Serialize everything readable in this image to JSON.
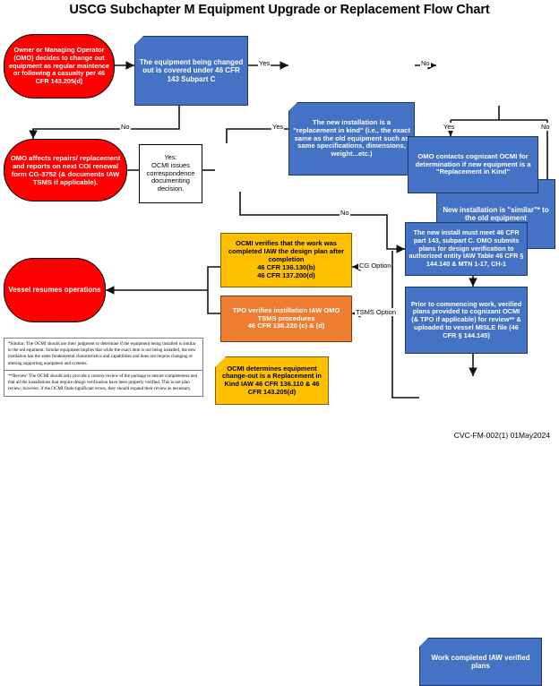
{
  "title": "USCG Subchapter M Equipment Upgrade or Replacement Flow Chart",
  "footer_code": "CVC-FM-002(1) 01May2024",
  "colors": {
    "blue": "#4472C4",
    "blue_border": "#1F3864",
    "gold": "#FFC000",
    "gold_border": "#7F6000",
    "orange": "#ED7D31",
    "orange_border": "#843C0C",
    "red": "#FF0000",
    "black": "#000000",
    "white": "#FFFFFF"
  },
  "nodes": {
    "start": "Owner or Managing Operator (OMO) decides to change out equipment as regular maintence or following a casualty per 46 CFR 143.205(d)",
    "covered": "The equipment being changed out is covered under 46 CFR 143 Subpart C",
    "replacement_in_kind": "The new installation is a \"replacement in kind\" (i.e., the exact same as the old equipment such as same specifications, dimensions, weight...etc.)",
    "similar": "New installation is \"similar\"* to the old equipment",
    "omo_repairs": "OMO affects repairs/ replacement and reports on next COI renewal form CG-3752 (& documents IAW TSMS if applicable).",
    "ocmi_correspondence": "Yes:\nOCMI issues correspondence documenting decision.",
    "ocmi_determines": "OCMI determines equipment change-out is a Replacement in Kind IAW 46 CFR 136.110 & 46 CFR 143.205(d)",
    "omo_contacts": "OMO contacts cognizant OCMI for determination if new equipment is a \"Replacement in Kind\"",
    "new_install_must_meet": "The new install must meet 46 CFR part 143, subpart C. OMO submits plans for design verification to authorized entity IAW Table 46 CFR § 144.140 & MTN 1-17, CH-1",
    "prior_to_commencing": "Prior to commencing work, verified plans provided to cognizant OCMI (& TPO if applicable) for review** & uploaded to vessel MISLE file (46 CFR § 144.145)",
    "ocmi_verifies": "OCMI verifies that the work was completed IAW the design plan after completion\n46 CFR 136.130(b)\n46 CFR 137.200(d)",
    "tpo_verifies": "TPO verifies instillation IAW OMO TSMS procedures\n46 CFR 138.220 (c) & (d)",
    "vessel_resumes": "Vessel resumes operations",
    "work_completed": "Work completed IAW verified plans"
  },
  "edge_labels": {
    "covered_yes": "Yes",
    "covered_no": "No",
    "rik_no": "No",
    "rik_yes": "Yes",
    "similar_yes": "Yes",
    "similar_no": "No",
    "determines_no": "No",
    "cg_option": "CG Option",
    "tsms_option": "TSMS Option"
  },
  "footnotes": [
    "*Similar: The OCMI should use their judgment to determine if the equipment being installed is similar to the old equiment. Similar equipment implies that while the exact item is not being installed, the new instllation has the same fundemental characteristics and capabilities and does not require changing or altering supporting equipment and systems.",
    "**Review: The OCMI should only provide a cursory review of the package to ensure completeness and that all the installations that require design verification have been properly verified. This is not plan review; however, if the OCMI finds significant errors, they should expand their review as necessary."
  ]
}
